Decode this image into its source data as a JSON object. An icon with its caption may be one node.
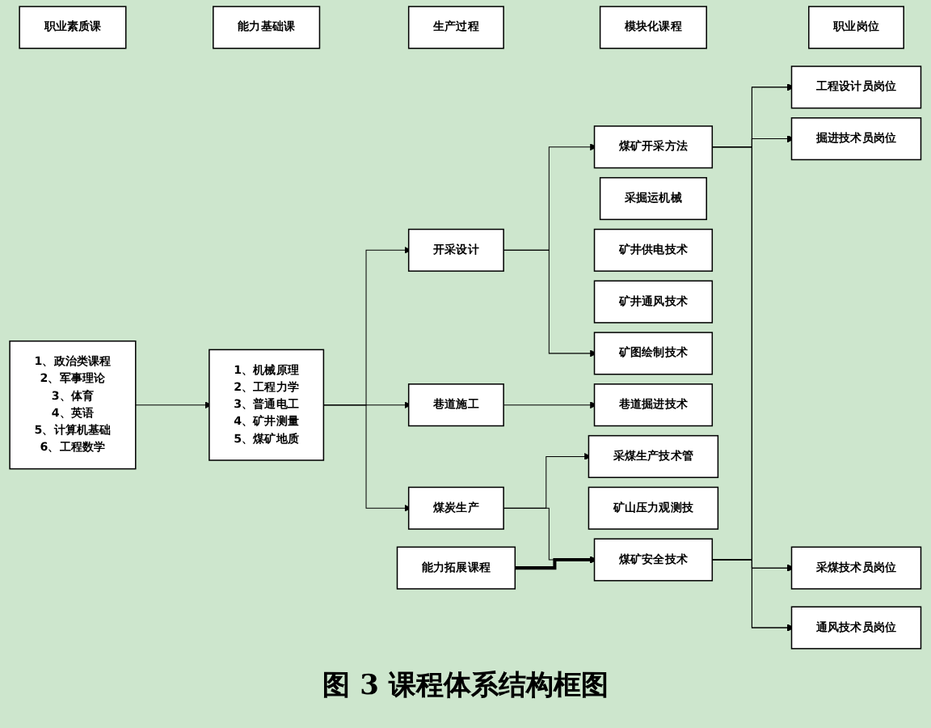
{
  "diagram": {
    "caption": "图 3 课程体系结构框图",
    "nodes": [
      {
        "text": [
          "职业素质课"
        ]
      },
      {
        "text": [
          "能力基础课"
        ]
      },
      {
        "text": [
          "生产过程"
        ]
      },
      {
        "text": [
          "模块化课程"
        ]
      },
      {
        "text": [
          "职业岗位"
        ]
      },
      {
        "text": [
          "1、政治类课程",
          "2、军事理论",
          "3、体育",
          "4、英语",
          "5、计算机基础",
          "6、工程数学"
        ]
      },
      {
        "text": [
          "1、机械原理",
          "2、工程力学",
          "3、普通电工",
          "4、矿井测量",
          "5、煤矿地质"
        ]
      },
      {
        "text": [
          "开采设计"
        ]
      },
      {
        "text": [
          "巷道施工"
        ]
      },
      {
        "text": [
          "煤炭生产"
        ]
      },
      {
        "text": [
          "煤矿开采方法"
        ]
      },
      {
        "text": [
          "采掘运机械"
        ]
      },
      {
        "text": [
          "矿井供电技术"
        ]
      },
      {
        "text": [
          "矿井通风技术"
        ]
      },
      {
        "text": [
          "矿图绘制技术"
        ]
      },
      {
        "text": [
          "巷道掘进技术"
        ]
      },
      {
        "text": [
          "采煤生产技术管"
        ]
      },
      {
        "text": [
          "矿山压力观测技"
        ]
      },
      {
        "text": [
          "煤矿安全技术"
        ]
      },
      {
        "text": [
          "能力拓展课程"
        ]
      },
      {
        "text": [
          "工程设计员岗位"
        ]
      },
      {
        "text": [
          "掘进技术员岗位"
        ]
      },
      {
        "text": [
          "采煤技术员岗位"
        ]
      },
      {
        "text": [
          "通风技术员岗位"
        ]
      }
    ],
    "edges": [
      {
        "from": 5,
        "to": 6,
        "arrow": "to"
      },
      {
        "from": 6,
        "to": 7,
        "arrow": "to"
      },
      {
        "from": 6,
        "to": 8,
        "arrow": "to"
      },
      {
        "from": 6,
        "to": 9,
        "arrow": "to"
      },
      {
        "from": 7,
        "to": 10,
        "arrow": "to"
      },
      {
        "from": 7,
        "to": 14,
        "arrow": "to"
      },
      {
        "from": 8,
        "to": 15,
        "arrow": "to"
      },
      {
        "from": 9,
        "to": 16,
        "arrow": "to"
      },
      {
        "from": 9,
        "to": 18,
        "arrow": "to"
      },
      {
        "from": 19,
        "to": 18,
        "arrow": "to",
        "style": "thick"
      },
      {
        "from": 10,
        "to": 20,
        "arrow": "to"
      },
      {
        "from": 10,
        "to": 21,
        "arrow": "to"
      },
      {
        "from": 10,
        "to": 22,
        "arrow": "to"
      },
      {
        "from": 10,
        "to": 23,
        "arrow": "to"
      },
      {
        "from": 18,
        "to": 20,
        "arrow": "to"
      },
      {
        "from": 18,
        "to": 21,
        "arrow": "to"
      },
      {
        "from": 18,
        "to": 22,
        "arrow": "to"
      },
      {
        "from": 18,
        "to": 23,
        "arrow": "to"
      }
    ]
  }
}
